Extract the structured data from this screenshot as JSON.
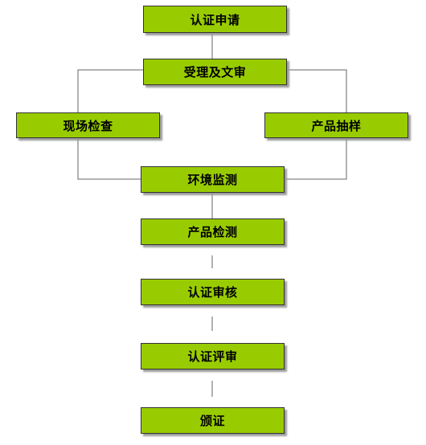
{
  "diagram": {
    "colors": {
      "node_fill": "#99cc00",
      "node_border": "#333333",
      "connector": "#666666"
    },
    "nodes": {
      "apply": "认证申请",
      "review": "受理及文审",
      "onsite": "现场检查",
      "sampling": "产品抽样",
      "environment": "环境监测",
      "product_test": "产品检测",
      "audit": "认证审核",
      "evaluation": "认证评审",
      "issue": "颁证"
    }
  }
}
